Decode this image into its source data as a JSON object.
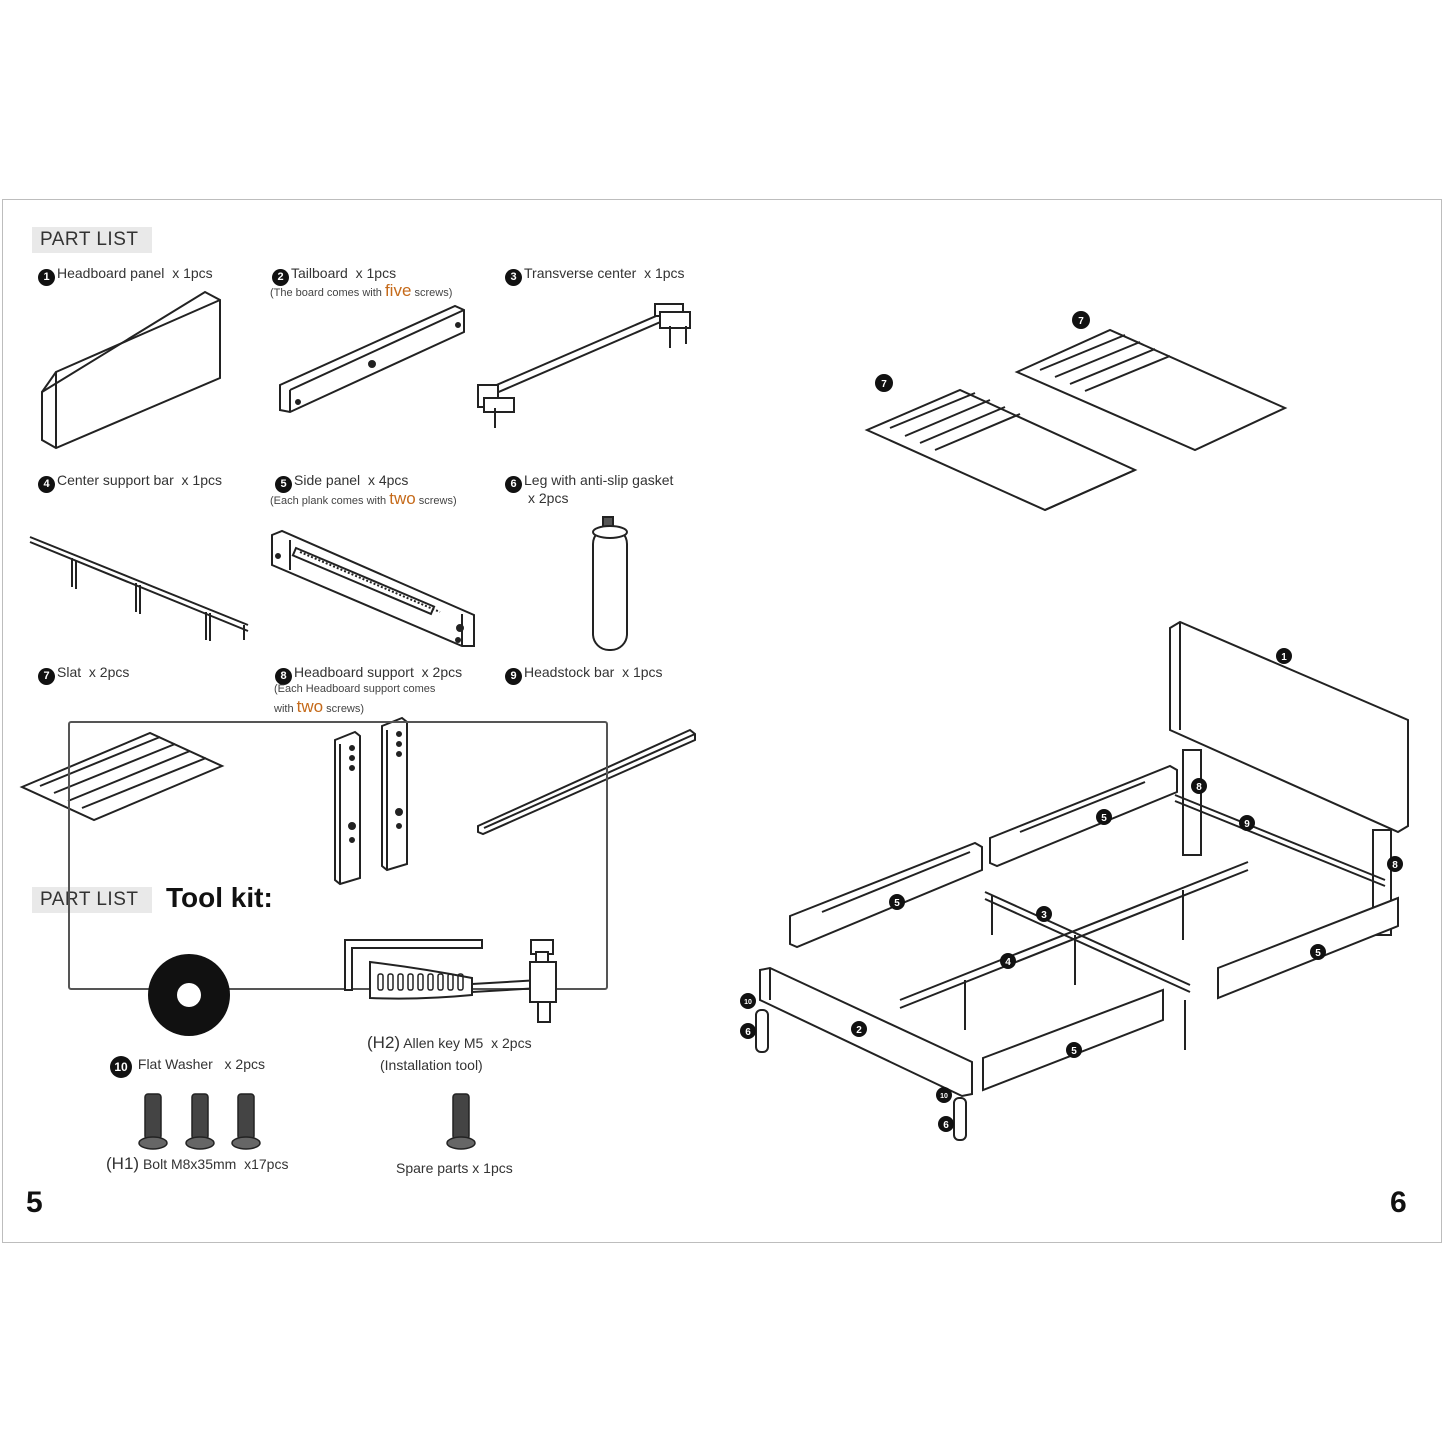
{
  "part_list_heading": "PART LIST",
  "parts": [
    {
      "num": "1",
      "name": "Headboard panel",
      "qty": "x 1pcs"
    },
    {
      "num": "2",
      "name": "Tailboard",
      "qty": "x 1pcs",
      "note_pre": "(The board comes with",
      "note_emph": "five",
      "note_post": "screws)"
    },
    {
      "num": "3",
      "name": "Transverse center",
      "qty": "x 1pcs"
    },
    {
      "num": "4",
      "name": "Center support bar",
      "qty": "x 1pcs"
    },
    {
      "num": "5",
      "name": "Side panel",
      "qty": "x 4pcs",
      "note_pre": "(Each plank comes with",
      "note_emph": "two",
      "note_post": "screws)"
    },
    {
      "num": "6",
      "name": "Leg with anti-slip gasket",
      "qty": "x 2pcs"
    },
    {
      "num": "7",
      "name": "Slat",
      "qty": "x 2pcs"
    },
    {
      "num": "8",
      "name": "Headboard support",
      "qty": "x 2pcs",
      "note_pre": "(Each Headboard support comes",
      "note_pre2": "with",
      "note_emph": "two",
      "note_post": "screws)"
    },
    {
      "num": "9",
      "name": "Headstock bar",
      "qty": "x 1pcs"
    }
  ],
  "toolkit": {
    "heading": "PART LIST",
    "title": "Tool kit:",
    "washer": {
      "num": "10",
      "name": "Flat Washer",
      "qty": "x 2pcs"
    },
    "allen": {
      "code": "(H2)",
      "name": "Allen key M5",
      "qty": "x 2pcs",
      "note": "(Installation tool)"
    },
    "bolt": {
      "code": "(H1)",
      "name": "Bolt M8x35mm",
      "qty": "x17pcs"
    },
    "spare": {
      "name": "Spare parts x 1pcs"
    }
  },
  "assembly_labels": {
    "n1": "1",
    "n2": "2",
    "n3": "3",
    "n4": "4",
    "n5": "5",
    "n6": "6",
    "n7": "7",
    "n8": "8",
    "n9": "9",
    "n10": "10"
  },
  "page_left": "5",
  "page_right": "6"
}
